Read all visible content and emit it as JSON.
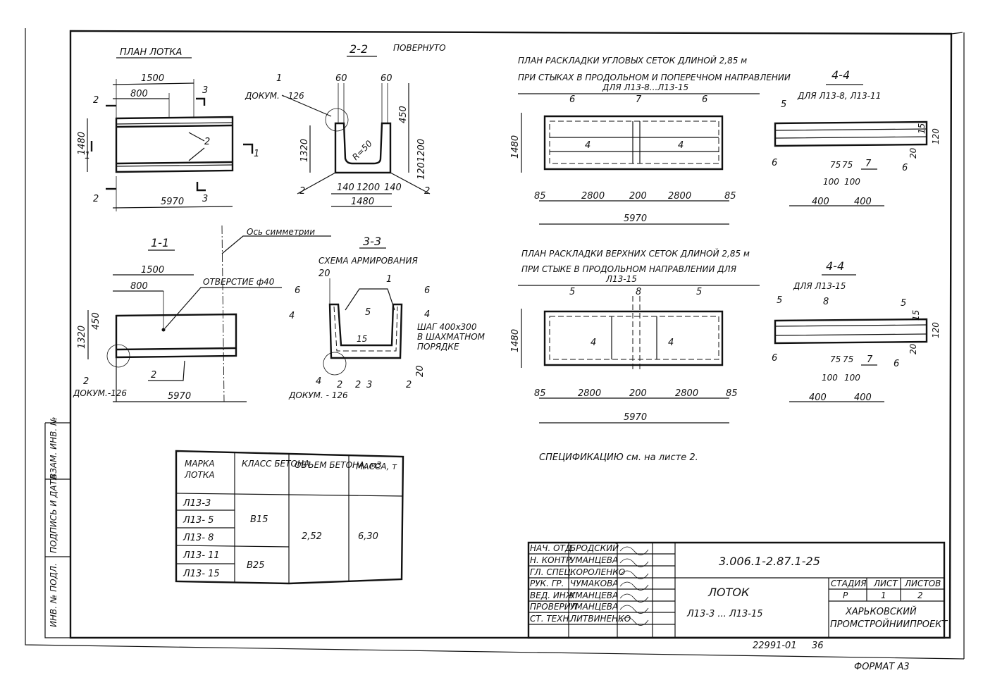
{
  "titles": {
    "plan": "ПЛАН ЛОТКА",
    "sec22": "2-2",
    "sec22_note": "ПОВЕРНУТО",
    "sec11": "1-1",
    "sec33": "3-3",
    "sec33_sub": "СХЕМА АРМИРОВАНИЯ",
    "axis": "Ось симметрии",
    "hole": "ОТВЕРСТИЕ ф40",
    "corner_plan_l1": "ПЛАН РАСКЛАДКИ УГЛОВЫХ СЕТОК ДЛИНОЙ 2,85 м",
    "corner_plan_l2": "ПРИ СТЫКАХ В ПРОДОЛЬНОМ И ПОПЕРЕЧНОМ НАПРАВЛЕНИИ",
    "corner_plan_l3": "ДЛЯ Л13-8...Л13-15",
    "top_plan_l1": "ПЛАН РАСКЛАДКИ ВЕРХНИХ СЕТОК ДЛИНОЙ 2,85 м",
    "top_plan_l2": "ПРИ СТЫКЕ В ПРОДОЛЬНОМ НАПРАВЛЕНИИ ДЛЯ",
    "top_plan_l3": "Л13-15",
    "sec44a": "4-4",
    "sec44a_sub": "ДЛЯ Л13-8, Л13-11",
    "sec44b": "4-4",
    "sec44b_sub": "ДЛЯ Л13-15",
    "spec_note": "СПЕЦИФИКАЦИЮ см. на листе 2.",
    "mesh_step_l1": "ШАГ 400х300",
    "mesh_step_l2": "В ШАХМАТНОМ",
    "mesh_step_l3": "ПОРЯДКЕ",
    "doc126": "ДОКУМ. - 126",
    "doc126b": "ДОКУМ. - 126",
    "doc126c": "ДОКУМ.-126"
  },
  "dims": {
    "d1500": "1500",
    "d800": "800",
    "d1480": "1480",
    "d5970": "5970",
    "d1320": "1320",
    "d450": "450",
    "d60": "60",
    "d1200": "1200",
    "d140": "140",
    "d120": "120",
    "d2800": "2800",
    "d200": "200",
    "d85": "85",
    "d400": "400",
    "d100": "100",
    "d75": "75",
    "d20": "20",
    "d15": "15",
    "r50": "R=50",
    "d1": "1",
    "d2": "2",
    "d3": "3",
    "d4": "4",
    "d5": "5",
    "d6": "6",
    "d7": "7",
    "d8": "8"
  },
  "table": {
    "headers": [
      "МАРКА ЛОТКА",
      "КЛАСС БЕТОНА",
      "ОБЪЕМ БЕТОНА, м3",
      "МАССА, т"
    ],
    "marks": [
      "Л13-3",
      "Л13- 5",
      "Л13- 8",
      "Л13- 11",
      "Л13- 15"
    ],
    "class_a": "В15",
    "class_b": "В25",
    "volume": "2,52",
    "mass": "6,30"
  },
  "stamp": {
    "roles": [
      "НАЧ. ОТД.",
      "Н. КОНТР.",
      "ГЛ. СПЕЦ.",
      "РУК. ГР.",
      "ВЕД. ИНЖ.",
      "ПРОВЕРИЛ",
      "СТ. ТЕХН."
    ],
    "names": [
      "БРОДСКИЙ",
      "УМАНЦЕВА",
      "КОРОЛЕНКО",
      "ЧУМАКОВА",
      "УМАНЦЕВА",
      "УМАНЦЕВА",
      "ЛИТВИНЕНКО"
    ],
    "code": "3.006.1-2.87.1-25",
    "name": "ЛОТОК",
    "range": "Л13-3 ... Л13-15",
    "stage_label": "СТАДИЯ",
    "sheet_label": "ЛИСТ",
    "sheets_label": "ЛИСТОВ",
    "stage": "Р",
    "sheet": "1",
    "sheets": "2",
    "org_l1": "ХАРЬКОВСКИЙ",
    "org_l2": "ПРОМСТРОЙНИИПРОЕКТ"
  },
  "side_labels": [
    "ВЗАМ. ИНВ. №",
    "ПОДПИСЬ И ДАТА",
    "ИНВ. № ПОДЛ."
  ],
  "footer": {
    "inv": "22991-01",
    "num": "36",
    "format": "ФОРМАТ А3"
  }
}
